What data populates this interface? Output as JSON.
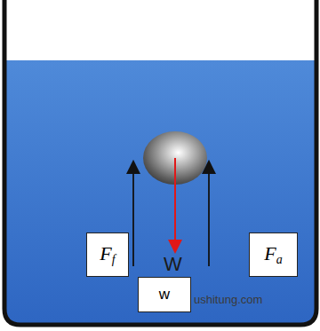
{
  "diagram": {
    "nodes": [
      {
        "text": [
          "Ff"
        ]
      },
      {
        "text": [
          "Fa"
        ]
      },
      {
        "text": [
          "w"
        ]
      }
    ],
    "labels": [
      "W",
      "ushitung.com"
    ]
  }
}
